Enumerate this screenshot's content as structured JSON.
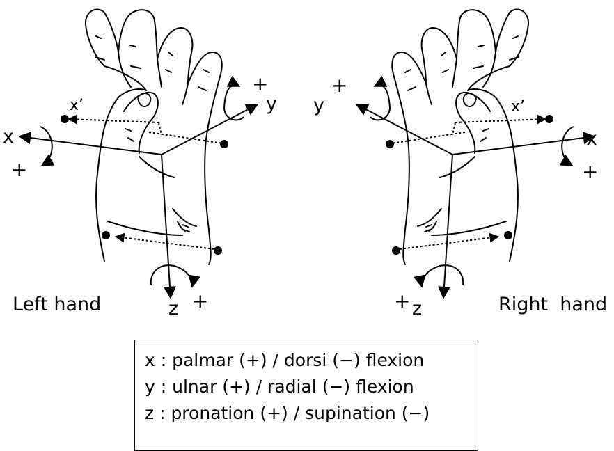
{
  "captions": {
    "left_hand": "Left hand",
    "right_hand": "Right  hand"
  },
  "axis_labels": {
    "x": "x",
    "x_prime": "x’",
    "y": "y",
    "z": "z",
    "plus": "+"
  },
  "legend": {
    "lines": [
      "x : palmar (+) / dorsi (−) flexion",
      "y : ulnar (+) / radial (−) flexion",
      "z : pronation (+) / supination (−)"
    ]
  },
  "colors": {
    "ink": "#000000",
    "background": "#ffffff"
  }
}
